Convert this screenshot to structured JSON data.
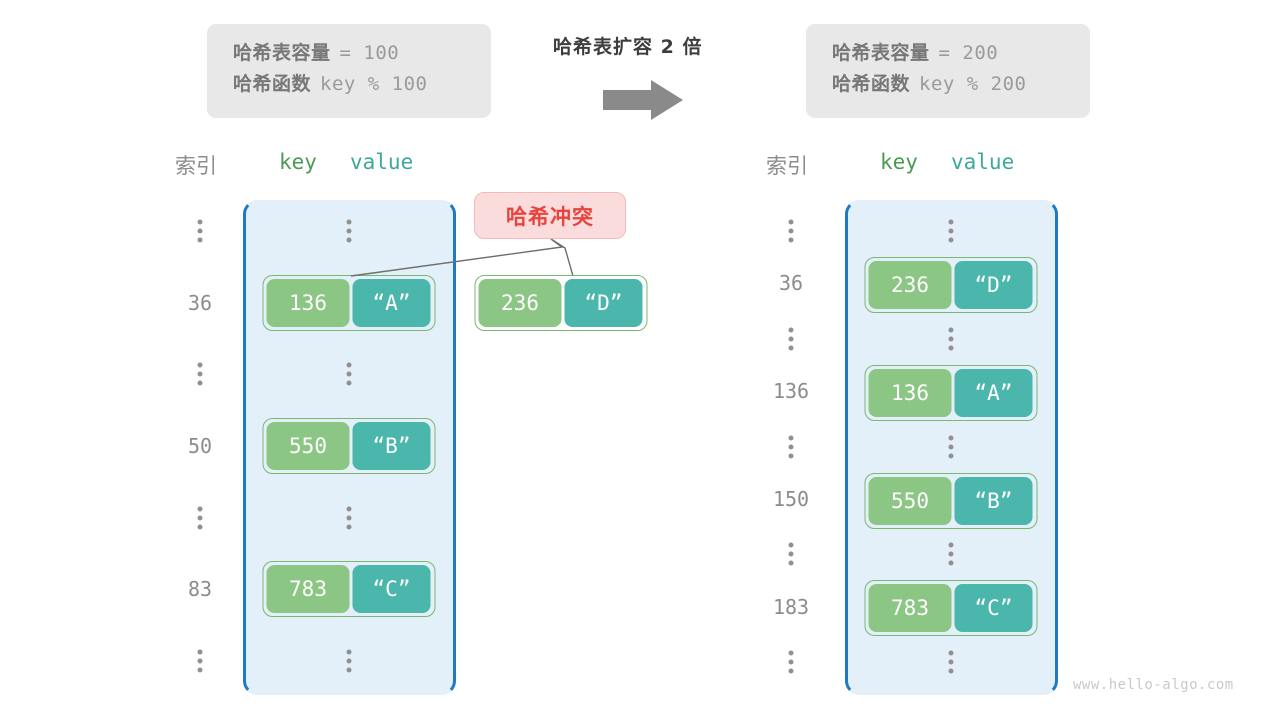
{
  "diagram": {
    "title": "哈希表扩容 2 倍",
    "watermark": "www.hello-algo.com",
    "arrow_icon": "right-arrow-icon",
    "colors": {
      "bucket_fill": "#e3eff9",
      "bucket_border": "#1f7ac4",
      "key_cell": "#8cc684",
      "value_cell": "#4bb6ac",
      "pair_border": "#79b96f",
      "badge_fill": "#fadcdc",
      "badge_text": "#e8443f",
      "info_box": "#e8e8e8"
    }
  },
  "before": {
    "info": {
      "capacity_label": "哈希表容量",
      "capacity_value": "= 100",
      "function_label": "哈希函数",
      "function_value": "key % 100"
    },
    "captions": {
      "index": "索引",
      "key": "key",
      "value": "value"
    },
    "rows": [
      {
        "type": "ellipsis",
        "index": "⋮"
      },
      {
        "type": "entry",
        "index": "36",
        "key": "136",
        "value": "“A”"
      },
      {
        "type": "ellipsis",
        "index": "⋮"
      },
      {
        "type": "entry",
        "index": "50",
        "key": "550",
        "value": "“B”"
      },
      {
        "type": "ellipsis",
        "index": "⋮"
      },
      {
        "type": "entry",
        "index": "83",
        "key": "783",
        "value": "“C”"
      },
      {
        "type": "ellipsis",
        "index": "⋮"
      }
    ],
    "collision": {
      "badge": "哈希冲突",
      "key": "236",
      "value": "“D”"
    }
  },
  "after": {
    "info": {
      "capacity_label": "哈希表容量",
      "capacity_value": "= 200",
      "function_label": "哈希函数",
      "function_value": "key % 200"
    },
    "captions": {
      "index": "索引",
      "key": "key",
      "value": "value"
    },
    "rows": [
      {
        "type": "ellipsis",
        "index": "⋮"
      },
      {
        "type": "entry",
        "index": "36",
        "key": "236",
        "value": "“D”"
      },
      {
        "type": "ellipsis",
        "index": "⋮"
      },
      {
        "type": "entry",
        "index": "136",
        "key": "136",
        "value": "“A”"
      },
      {
        "type": "ellipsis",
        "index": "⋮"
      },
      {
        "type": "entry",
        "index": "150",
        "key": "550",
        "value": "“B”"
      },
      {
        "type": "ellipsis",
        "index": "⋮"
      },
      {
        "type": "entry",
        "index": "183",
        "key": "783",
        "value": "“C”"
      },
      {
        "type": "ellipsis",
        "index": "⋮"
      }
    ]
  }
}
